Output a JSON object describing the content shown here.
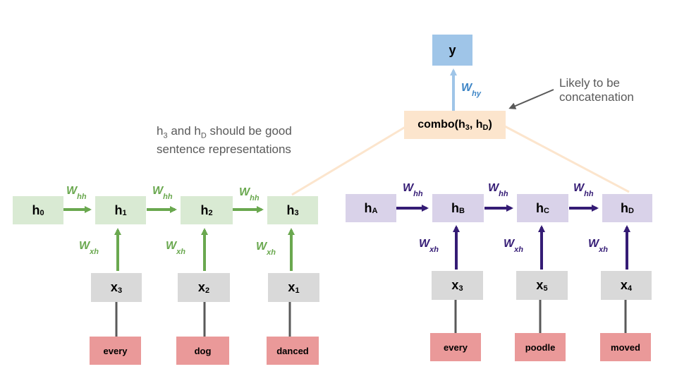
{
  "left_chain": {
    "hidden": [
      {
        "base": "h",
        "sub": "0"
      },
      {
        "base": "h",
        "sub": "1"
      },
      {
        "base": "h",
        "sub": "2"
      },
      {
        "base": "h",
        "sub": "3"
      }
    ],
    "inputs": [
      {
        "base": "x",
        "sub": "3"
      },
      {
        "base": "x",
        "sub": "2"
      },
      {
        "base": "x",
        "sub": "1"
      }
    ],
    "words": [
      "every",
      "dog",
      "danced"
    ]
  },
  "right_chain": {
    "hidden": [
      {
        "base": "h",
        "sub": "A"
      },
      {
        "base": "h",
        "sub": "B"
      },
      {
        "base": "h",
        "sub": "C"
      },
      {
        "base": "h",
        "sub": "D"
      }
    ],
    "inputs": [
      {
        "base": "x",
        "sub": "3"
      },
      {
        "base": "x",
        "sub": "5"
      },
      {
        "base": "x",
        "sub": "4"
      }
    ],
    "words": [
      "every",
      "poodle",
      "moved"
    ]
  },
  "weights": {
    "hh": {
      "base": "W",
      "sub": "hh"
    },
    "xh": {
      "base": "W",
      "sub": "xh"
    },
    "hy": {
      "base": "W",
      "sub": "hy"
    }
  },
  "combo": {
    "prefix": "combo(h",
    "sub1": "3",
    "mid": ", h",
    "sub2": "D",
    "suffix": ")"
  },
  "output": {
    "label": "y"
  },
  "annotations": {
    "concat_line1": "Likely to be",
    "concat_line2": "concatenation",
    "good_part1": "h",
    "good_sub1": "3",
    "good_part2": " and h",
    "good_sub2": "D",
    "good_part3": " should be good",
    "good_line2": "sentence representations"
  },
  "colors": {
    "green_arrow": "#6aa84f",
    "purple_arrow": "#351c75",
    "blue_arrow": "#9fc5e8",
    "connector": "#fce5cd",
    "gray_line": "#595959"
  }
}
